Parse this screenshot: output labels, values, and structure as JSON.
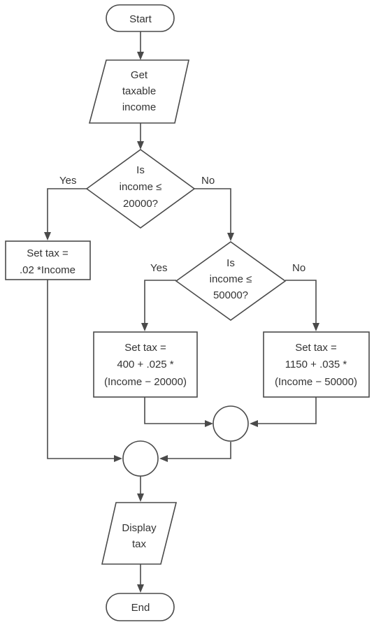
{
  "flowchart": {
    "start": "Start",
    "get_income": [
      "Get",
      "taxable",
      "income"
    ],
    "decision_1": [
      "Is",
      "income ≤",
      "20000?"
    ],
    "decision_1_yes": "Yes",
    "decision_1_no": "No",
    "tax_low": [
      "Set tax =",
      ".02 *Income"
    ],
    "decision_2": [
      "Is",
      "income ≤",
      "50000?"
    ],
    "decision_2_yes": "Yes",
    "decision_2_no": "No",
    "tax_mid": [
      "Set tax =",
      "400 + .025 *",
      "(Income − 20000)"
    ],
    "tax_high": [
      "Set tax =",
      "1150 + .035 *",
      "(Income − 50000)"
    ],
    "display_tax": [
      "Display",
      "tax"
    ],
    "end": "End"
  }
}
